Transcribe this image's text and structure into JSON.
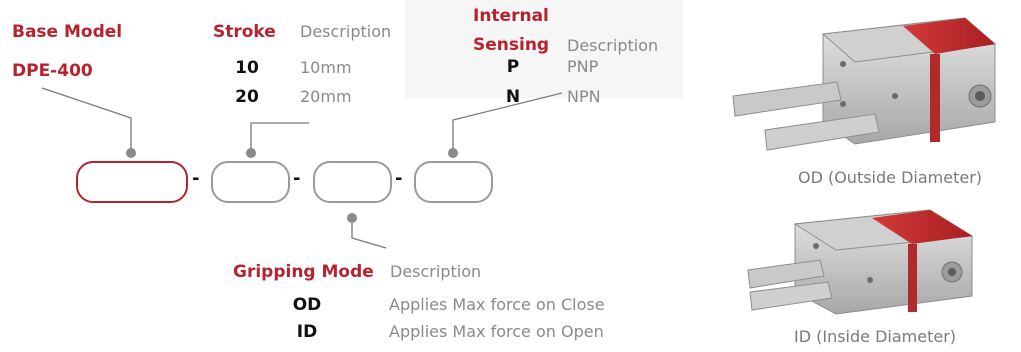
{
  "base_model": {
    "title": "Base Model",
    "value": "DPE-400"
  },
  "stroke": {
    "title": "Stroke",
    "desc_header": "Description",
    "rows": [
      {
        "code": "10",
        "desc": "10mm"
      },
      {
        "code": "20",
        "desc": "20mm"
      }
    ]
  },
  "sensing": {
    "title_line1": "Internal",
    "title_line2": "Sensing",
    "desc_header": "Description",
    "rows": [
      {
        "code": "P",
        "desc": "PNP"
      },
      {
        "code": "N",
        "desc": "NPN"
      }
    ]
  },
  "gripping": {
    "title": "Gripping Mode",
    "desc_header": "Description",
    "rows": [
      {
        "code": "OD",
        "desc": "Applies Max force on Close"
      },
      {
        "code": "ID",
        "desc": "Applies Max force on Open"
      }
    ]
  },
  "separators": [
    "-",
    "-",
    "-"
  ],
  "images": {
    "od_caption": "OD (Outside Diameter)",
    "id_caption": "ID (Inside Diameter)"
  },
  "colors": {
    "accent": "#b5232f",
    "box_border": "#9a9a9a",
    "text_gray": "#8a8a8a"
  }
}
